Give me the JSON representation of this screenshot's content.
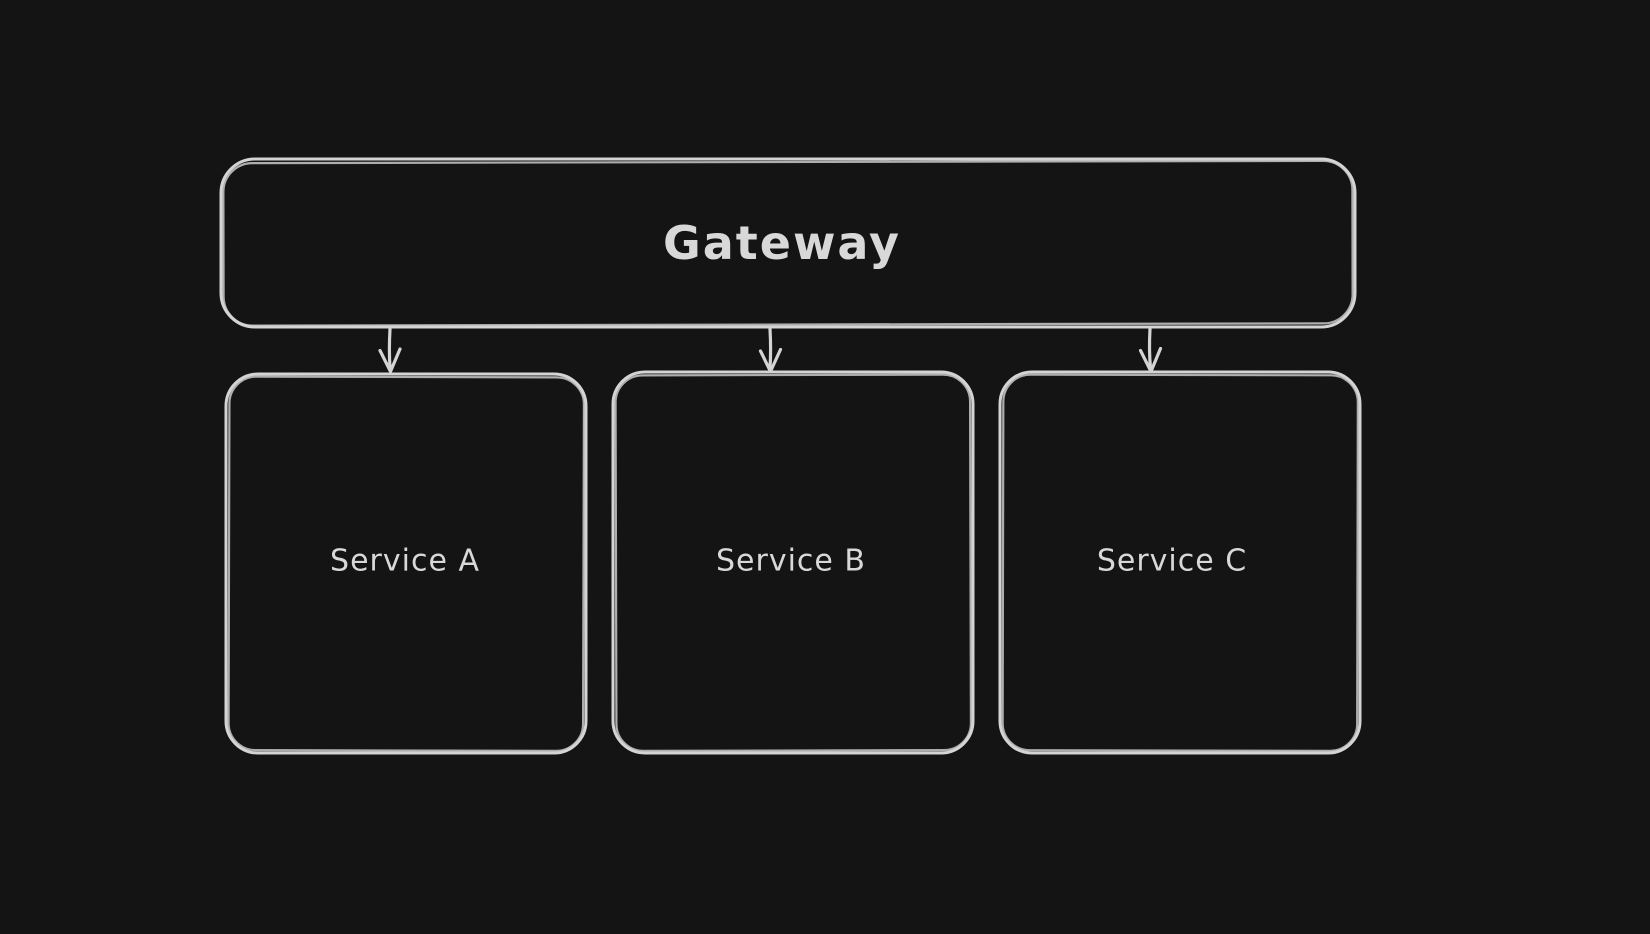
{
  "canvas": {
    "background": "#141414",
    "stroke_color": "#d4d4d4",
    "text_color": "#d8d8d8"
  },
  "diagram": {
    "gateway": {
      "label": "Gateway"
    },
    "services": [
      {
        "label": "Service A"
      },
      {
        "label": "Service B"
      },
      {
        "label": "Service C"
      }
    ],
    "connections": [
      {
        "from": "Gateway",
        "to": "Service A"
      },
      {
        "from": "Gateway",
        "to": "Service B"
      },
      {
        "from": "Gateway",
        "to": "Service C"
      }
    ]
  }
}
